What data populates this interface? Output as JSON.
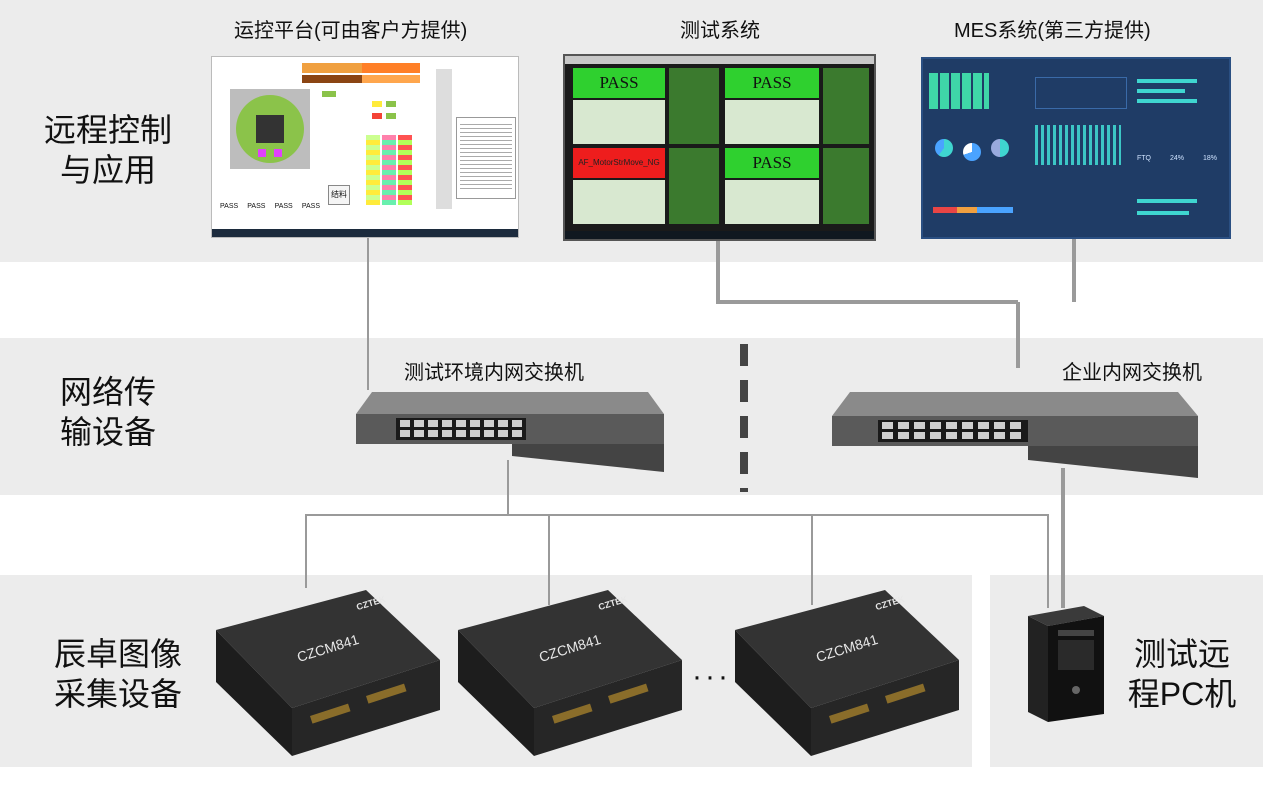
{
  "rows": [
    {
      "label_line1": "远程控制",
      "label_line2": "与应用"
    },
    {
      "label_line1": "网络传",
      "label_line2": "输设备"
    },
    {
      "label_line1": "辰卓图像",
      "label_line2": "采集设备"
    }
  ],
  "pc_label": {
    "line1": "测试远",
    "line2": "程PC机"
  },
  "screens": {
    "control_caption": "运控平台(可由客户方提供)",
    "test_caption": "测试系统",
    "mes_caption": "MES系统(第三方提供)"
  },
  "control_screen": {
    "pass_labels": [
      "PASS",
      "PASS",
      "PASS",
      "PASS"
    ],
    "button_label": "结料"
  },
  "test_screen": {
    "pass_label": "PASS",
    "fail_label": "AF_MotorStrMove_NG"
  },
  "mes_screen": {
    "stat_labels": [
      "FTQ",
      "24%",
      "18%"
    ]
  },
  "switches": {
    "test_switch_caption": "测试环境内网交换机",
    "enterprise_switch_caption": "企业内网交换机"
  },
  "devices": {
    "model": "CZCM841",
    "brand": "CZTEK",
    "ellipsis": "···"
  },
  "colors": {
    "band": "#ececec",
    "wire": "#9a9a9a",
    "pass_green": "#2fd02f",
    "fail_red": "#ee1d1d",
    "mes_blue": "#1f3c66",
    "device_body": "#2b2b2b"
  }
}
